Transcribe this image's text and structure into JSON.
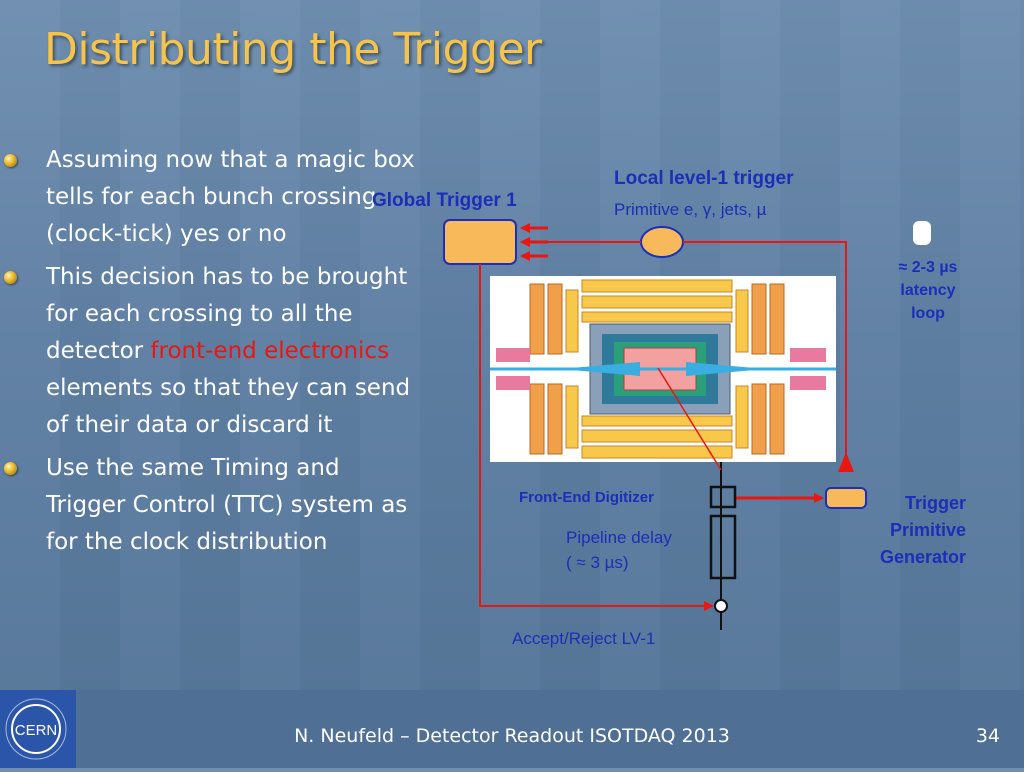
{
  "slide": {
    "title": "Distributing the Trigger",
    "bullets": [
      {
        "text": "Assuming now that a magic box tells for each bunch crossing (clock-tick) yes or no"
      },
      {
        "pre": "This decision has to be brought for each crossing to all the detector ",
        "highlight": "front-end electronics",
        "post": " elements so that they can send of their data or discard it"
      },
      {
        "text": "Use the same Timing and Trigger Control (TTC) system as for the clock distribution"
      }
    ],
    "highlight_color": "#e8170f",
    "title_color": "#f6c44a"
  },
  "diagram": {
    "global_trigger": "Global Trigger 1",
    "local_trigger": "Local level-1 trigger",
    "primitive_objects": "Primitive e, γ, jets, µ",
    "latency_line1": "≈ 2-3 µs",
    "latency_line2": "latency",
    "latency_line3": "loop",
    "front_end_digitizer": "Front-End Digitizer",
    "pipeline_delay_line1": "Pipeline delay",
    "pipeline_delay_line2": "( ≈ 3 µs)",
    "trigger_primitive_line1": "Trigger",
    "trigger_primitive_line2": "Primitive",
    "trigger_primitive_line3": "Generator",
    "accept_reject": "Accept/Reject LV-1",
    "colors": {
      "signal_red": "#e8170f",
      "box_orange": "#f8b95a",
      "label_blue": "#1b2fb8"
    }
  },
  "footer": {
    "logo_text": "CERN",
    "text": "N. Neufeld – Detector Readout ISOTDAQ 2013",
    "page_number": "34"
  }
}
